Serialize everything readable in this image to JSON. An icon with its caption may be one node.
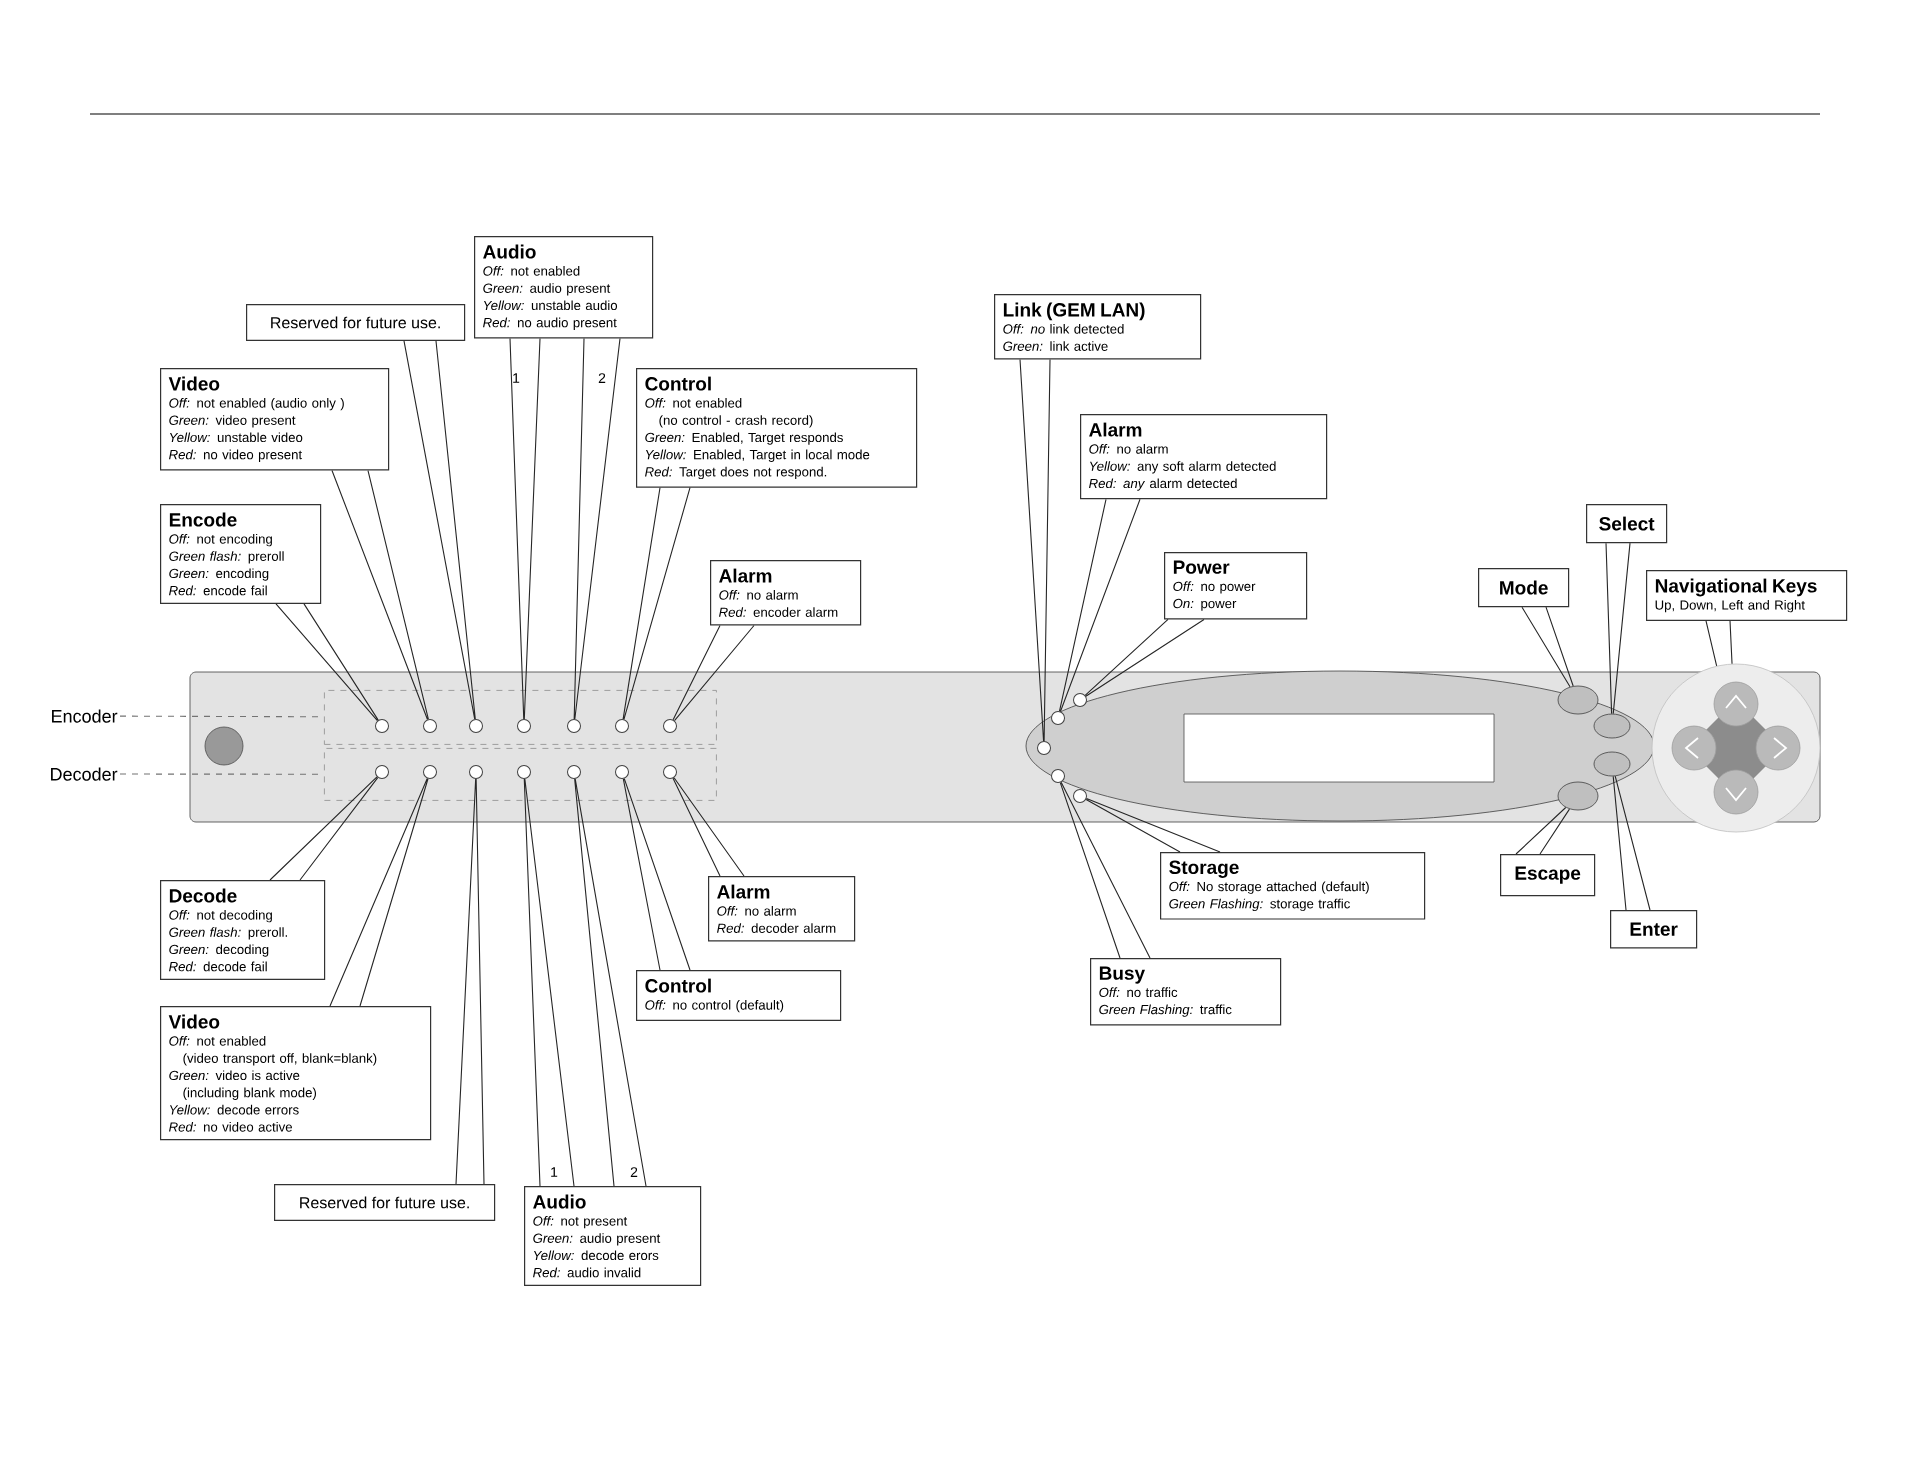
{
  "diagram": {
    "nodes": [
      {
        "text": [
          "Audio",
          "*Off:* not enabled",
          "*Green:* audio present",
          "*Yellow:* unstable audio",
          "*Red:* no audio present"
        ]
      },
      {
        "text": [
          "Reserved for future use."
        ]
      },
      {
        "text": [
          "Link (GEM LAN)",
          "*Off: no* link detected",
          "*Green:* link active"
        ]
      },
      {
        "text": [
          "Video",
          "*Off:* not enabled (audio only )",
          "*Green:* video present",
          "*Yellow:* unstable video",
          "*Red:* no video present"
        ]
      },
      {
        "text": [
          "Control",
          "*Off:* not enabled",
          "(no control - crash record)",
          "*Green:* Enabled, Target responds",
          "*Yellow:* Enabled, Target in local mode",
          "*Red:* Target does not respond."
        ]
      },
      {
        "text": [
          "Alarm",
          "*Off:* no alarm",
          "*Yellow:* any soft alarm detected",
          "*Red:* *any* alarm detected"
        ]
      },
      {
        "text": [
          "Select"
        ]
      },
      {
        "text": [
          "Encode",
          "*Off:* not encoding",
          "*Green flash:* preroll",
          "*Green:* encoding",
          "*Red:* encode fail"
        ]
      },
      {
        "text": [
          "Alarm",
          "*Off:* no alarm",
          "*Red:* encoder alarm"
        ]
      },
      {
        "text": [
          "Power",
          "*Off:* no power",
          "*On:* power"
        ]
      },
      {
        "text": [
          "Mode"
        ]
      },
      {
        "text": [
          "Navigational Keys",
          "Up, Down, Left and Right"
        ]
      },
      {
        "text": [
          "Encoder"
        ]
      },
      {
        "text": [
          "Decoder"
        ]
      },
      {
        "text": [],
        "shape": "box"
      },
      {
        "text": [],
        "shape": "circle",
        "in": 14
      },
      {
        "text": [],
        "shape": "circle",
        "in": 14
      },
      {
        "text": [],
        "shape": "circle",
        "in": 14
      },
      {
        "text": [],
        "shape": "circle",
        "in": 14
      },
      {
        "text": [],
        "shape": "circle",
        "in": 14
      },
      {
        "text": [],
        "shape": "circle",
        "in": 14
      },
      {
        "text": [],
        "shape": "circle",
        "in": 14
      },
      {
        "text": [],
        "shape": "box"
      },
      {
        "text": [],
        "shape": "circle",
        "in": 22
      },
      {
        "text": [],
        "shape": "circle",
        "in": 22
      },
      {
        "text": [],
        "shape": "circle",
        "in": 22
      },
      {
        "text": [],
        "shape": "circle",
        "in": 22
      },
      {
        "text": [],
        "shape": "circle",
        "in": 22
      },
      {
        "text": [],
        "shape": "circle",
        "in": 22
      },
      {
        "text": [],
        "shape": "circle",
        "in": 22
      },
      {
        "text": [],
        "shape": "circle"
      },
      {
        "text": [],
        "shape": "circle"
      },
      {
        "text": [],
        "shape": "circle"
      },
      {
        "text": [],
        "shape": "circle"
      },
      {
        "text": [],
        "shape": "circle"
      },
      {
        "text": [],
        "shape": "ellipse"
      },
      {
        "text": [],
        "shape": "ellipse"
      },
      {
        "text": [],
        "shape": "ellipse"
      },
      {
        "text": [],
        "shape": "ellipse"
      },
      {
        "text": [],
        "shape": "circle"
      },
      {
        "text": [
          "Storage",
          "*Off:* No storage attached (default)",
          "*Green Flashing:* storage traffic"
        ]
      },
      {
        "text": [
          "Alarm",
          "*Off:* no alarm",
          "*Red:* decoder alarm"
        ]
      },
      {
        "text": [
          "Escape"
        ]
      },
      {
        "text": [
          "Decode",
          "*Off:* not decoding",
          "*Green flash:* preroll.",
          "*Green:* decoding",
          "*Red:* decode fail"
        ]
      },
      {
        "text": [
          "Enter"
        ]
      },
      {
        "text": [
          "Control",
          "*Off:* no control (default)"
        ]
      },
      {
        "text": [
          "Busy",
          "*Off:* no traffic",
          "*Green Flashing:* traffic"
        ]
      },
      {
        "text": [
          "Video",
          "*Off:* not enabled",
          "(video transport off, blank=blank)",
          "*Green:* video is active",
          "(including blank mode)",
          "*Yellow:* decode errors",
          "*Red:* no video active"
        ]
      },
      {
        "text": [
          "Reserved for future use."
        ]
      },
      {
        "text": [
          "Audio",
          "*Off:* not present",
          "*Green:* audio present",
          "*Yellow:* decode erors",
          "*Red:* audio invalid"
        ]
      }
    ],
    "edges": [
      {
        "from": 0,
        "to": 18,
        "arrow": "none"
      },
      {
        "from": 0,
        "to": 19,
        "arrow": "none"
      },
      {
        "from": 1,
        "to": 17,
        "arrow": "none"
      },
      {
        "from": 3,
        "to": 16,
        "arrow": "none"
      },
      {
        "from": 7,
        "to": 15,
        "arrow": "none"
      },
      {
        "from": 4,
        "to": 20,
        "arrow": "none"
      },
      {
        "from": 8,
        "to": 21,
        "arrow": "none"
      },
      {
        "from": 2,
        "to": 30,
        "arrow": "none"
      },
      {
        "from": 5,
        "to": 31,
        "arrow": "none"
      },
      {
        "from": 9,
        "to": 32,
        "arrow": "none"
      },
      {
        "from": 10,
        "to": 35,
        "arrow": "none"
      },
      {
        "from": 6,
        "to": 36,
        "arrow": "none"
      },
      {
        "from": 11,
        "to": 39,
        "arrow": "none"
      },
      {
        "from": 12,
        "to": 14,
        "arrow": "none",
        "style": "dashed"
      },
      {
        "from": 13,
        "to": 22,
        "arrow": "none",
        "style": "dashed"
      },
      {
        "from": 40,
        "to": 34,
        "arrow": "none"
      },
      {
        "from": 46,
        "to": 33,
        "arrow": "none"
      },
      {
        "from": 42,
        "to": 38,
        "arrow": "none"
      },
      {
        "from": 44,
        "to": 37,
        "arrow": "none"
      },
      {
        "from": 43,
        "to": 23,
        "arrow": "none"
      },
      {
        "from": 47,
        "to": 24,
        "arrow": "none"
      },
      {
        "from": 48,
        "to": 25,
        "arrow": "none"
      },
      {
        "from": 49,
        "to": 26,
        "arrow": "none"
      },
      {
        "from": 49,
        "to": 27,
        "arrow": "none"
      },
      {
        "from": 45,
        "to": 28,
        "arrow": "none"
      },
      {
        "from": 41,
        "to": 29,
        "arrow": "none"
      }
    ],
    "labels": [
      "1",
      "2",
      "1",
      "2"
    ]
  }
}
